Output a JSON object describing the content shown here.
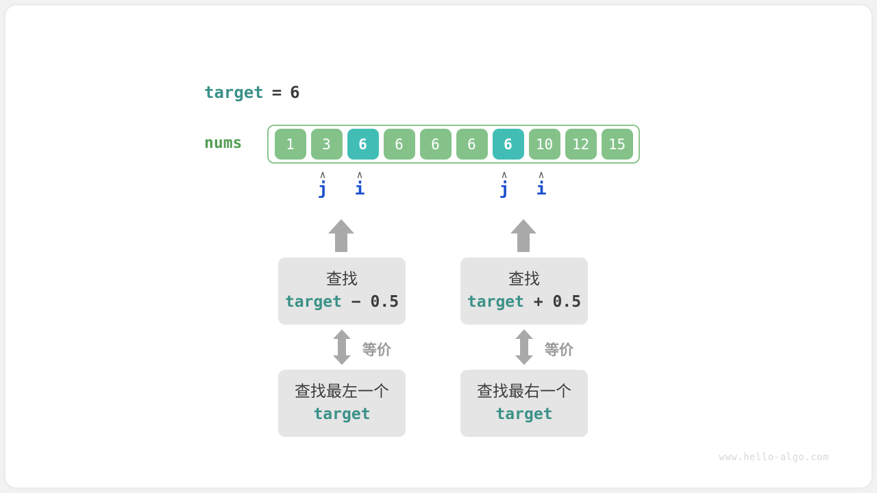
{
  "diagram": {
    "target_line": {
      "var": "target",
      "eq": "=",
      "value": "6"
    },
    "array": {
      "label": "nums",
      "cells": [
        {
          "value": "1",
          "highlight": false
        },
        {
          "value": "3",
          "highlight": false
        },
        {
          "value": "6",
          "highlight": true
        },
        {
          "value": "6",
          "highlight": false
        },
        {
          "value": "6",
          "highlight": false
        },
        {
          "value": "6",
          "highlight": false
        },
        {
          "value": "6",
          "highlight": true
        },
        {
          "value": "10",
          "highlight": false
        },
        {
          "value": "12",
          "highlight": false
        },
        {
          "value": "15",
          "highlight": false
        }
      ]
    },
    "pointers": [
      {
        "name": "j",
        "caret": "∧",
        "cell_index": 1
      },
      {
        "name": "i",
        "caret": "∧",
        "cell_index": 2
      },
      {
        "name": "j",
        "caret": "∧",
        "cell_index": 6
      },
      {
        "name": "i",
        "caret": "∧",
        "cell_index": 7
      }
    ],
    "branches": [
      {
        "top_box": {
          "line1": "查找",
          "var": "target",
          "op": " − ",
          "num": "0.5"
        },
        "equiv_label": "等价",
        "bottom_box": {
          "line1": "查找最左一个",
          "var": "target"
        }
      },
      {
        "top_box": {
          "line1": "查找",
          "var": "target",
          "op": " + ",
          "num": "0.5"
        },
        "equiv_label": "等价",
        "bottom_box": {
          "line1": "查找最右一个",
          "var": "target"
        }
      }
    ],
    "watermark": "www.hello-algo.com",
    "colors": {
      "cell_normal": "#84c28a",
      "cell_highlight": "#41bdb6",
      "array_border": "#8cc68c",
      "pointer": "#1a4fce",
      "teal_text": "#3a9188",
      "grey_box": "#e5e5e5",
      "arrow_grey": "#a9a9a9",
      "nums_label": "#529e52"
    }
  }
}
